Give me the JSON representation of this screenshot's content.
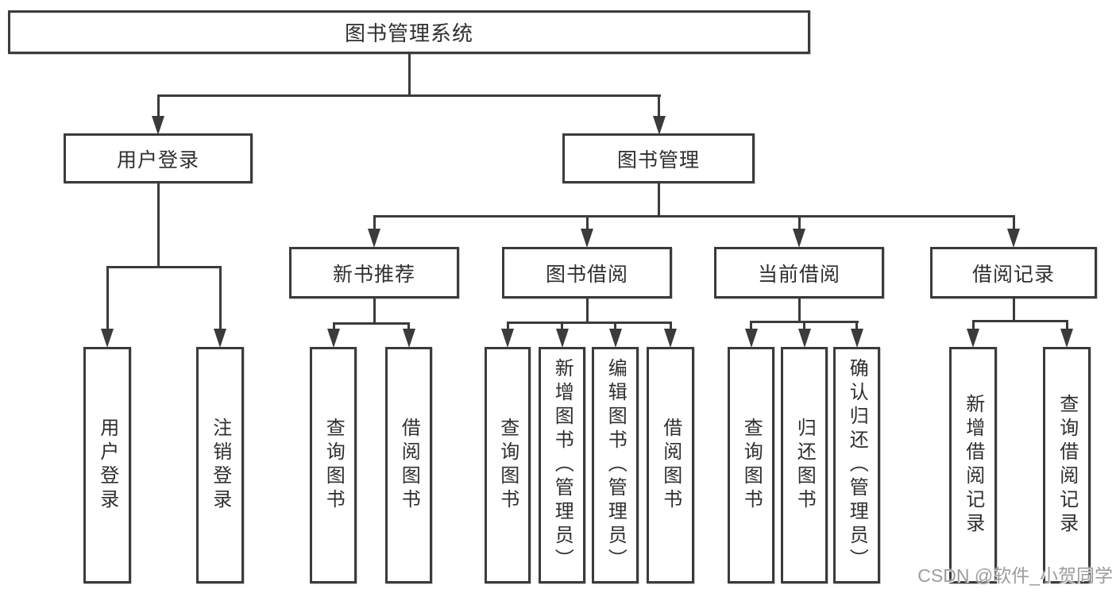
{
  "diagram": {
    "root": {
      "label": "图书管理系统"
    },
    "level2": [
      {
        "label": "用户登录"
      },
      {
        "label": "图书管理"
      }
    ],
    "level3": [
      {
        "label": "新书推荐"
      },
      {
        "label": "图书借阅"
      },
      {
        "label": "当前借阅"
      },
      {
        "label": "借阅记录"
      }
    ],
    "leaves": {
      "user_login": [
        {
          "label": "用户登录"
        },
        {
          "label": "注销登录"
        }
      ],
      "new_book": [
        {
          "label": "查询图书"
        },
        {
          "label": "借阅图书"
        }
      ],
      "book_borrowing": [
        {
          "label": "查询图书"
        },
        {
          "label": "新增图书（管理员）"
        },
        {
          "label": "编辑图书（管理员）"
        },
        {
          "label": "借阅图书"
        }
      ],
      "current_borrowing": [
        {
          "label": "查询图书"
        },
        {
          "label": "归还图书"
        },
        {
          "label": "确认归还（管理员）"
        }
      ],
      "borrowing_records": [
        {
          "label": "新增借阅记录"
        },
        {
          "label": "查询借阅记录"
        }
      ]
    },
    "watermark": "CSDN @软件_小贺同学",
    "colors": {
      "line": "#3b3b3b",
      "text": "#2f2f2f",
      "watermark": "#9c9c9c",
      "background": "#ffffff"
    }
  }
}
